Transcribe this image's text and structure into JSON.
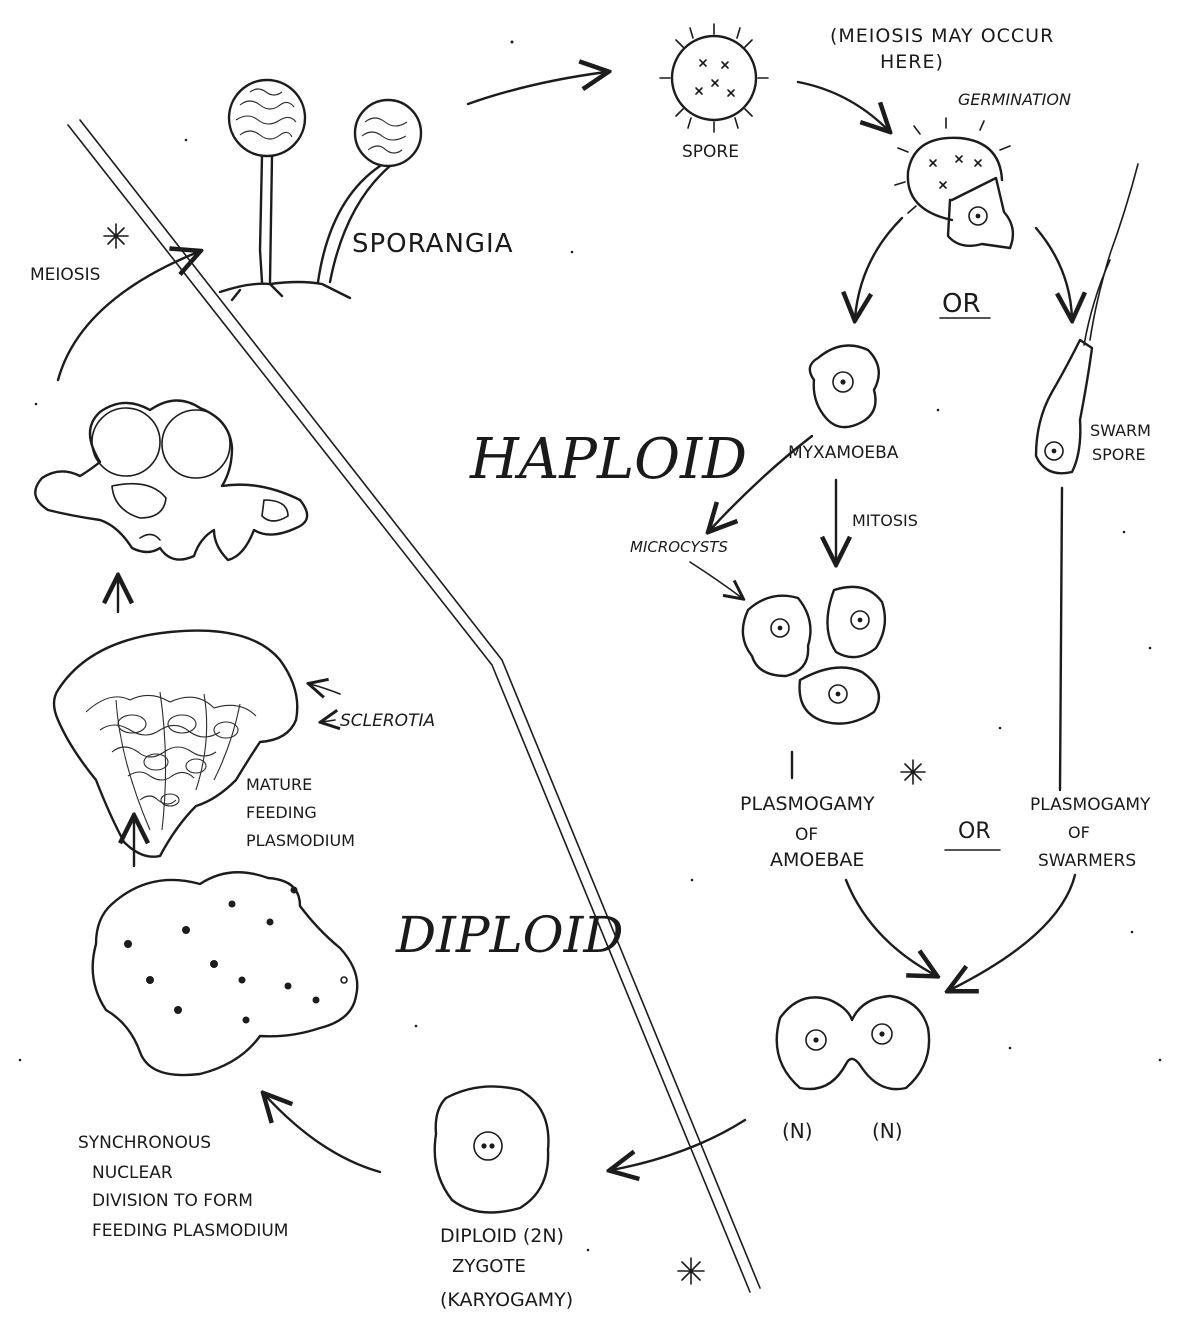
{
  "labels": {
    "meiosis_note": "(MEIOSIS MAY OCCUR",
    "meiosis_note_2": "HERE)",
    "germination": "GERMINATION",
    "spore": "SPORE",
    "sporangia": "SPORANGIA",
    "meiosis": "MEIOSIS",
    "or_top": "OR",
    "haploid": "HAPLOID",
    "myxamoeba": "MYXAMOEBA",
    "swarm": "SWARM",
    "swarm_spore": "SPORE",
    "mitosis": "MITOSIS",
    "microcysts": "MICROCYSTS",
    "sclerotia": "SCLEROTIA",
    "mature": "MATURE",
    "feeding": "FEEDING",
    "plasmodium": "PLASMODIUM",
    "plasmogamy_amoebae_1": "PLASMOGAMY",
    "plasmogamy_amoebae_2": "OF",
    "plasmogamy_amoebae_3": "AMOEBAE",
    "or_mid": "OR",
    "plasmogamy_swarmers_1": "PLASMOGAMY",
    "plasmogamy_swarmers_2": "OF",
    "plasmogamy_swarmers_3": "SWARMERS",
    "diploid": "DIPLOID",
    "n_left": "(N)",
    "n_right": "(N)",
    "zygote_1": "DIPLOID (2N)",
    "zygote_2": "ZYGOTE",
    "zygote_3": "(KARYOGAMY)",
    "sync_1": "SYNCHRONOUS",
    "sync_2": "NUCLEAR",
    "sync_3": "DIVISION TO FORM",
    "sync_4": "FEEDING PLASMODIUM"
  }
}
